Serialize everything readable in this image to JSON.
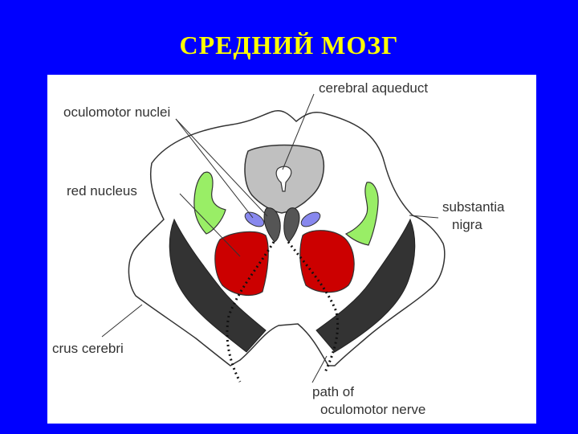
{
  "slide": {
    "title": "СРЕДНИЙ МОЗГ"
  },
  "colors": {
    "background": "#0000ff",
    "title": "#ffff00",
    "panel": "#ffffff",
    "outline": "#333333",
    "red_nucleus": "#cc0000",
    "substantia_nigra": "#99ee66",
    "aqueduct_area": "#c0c0c0",
    "oculomotor_nuclei": "#8888ee",
    "crus_cerebri": "#333333"
  },
  "diagram": {
    "labels": {
      "cerebral_aqueduct": "cerebral aqueduct",
      "oculomotor_nuclei": "oculomotor nuclei",
      "red_nucleus": "red nucleus",
      "substantia_nigra_line1": "substantia",
      "substantia_nigra_line2": "nigra",
      "crus_cerebri": "crus cerebri",
      "path_line1": "path of",
      "path_line2": "oculomotor nerve"
    }
  }
}
